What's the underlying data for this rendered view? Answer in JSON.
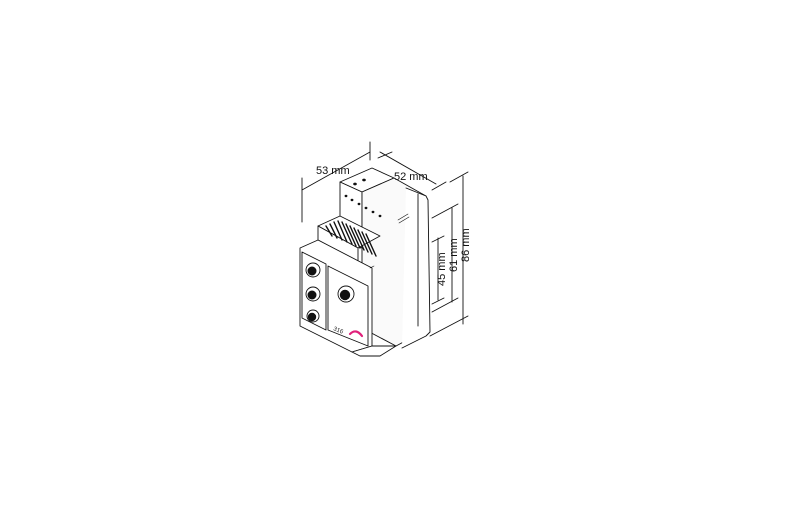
{
  "diagram": {
    "type": "technical-dimension-drawing",
    "subject": "DIN-rail mounted control module with rotary knobs",
    "dimensions": {
      "width": "53 mm",
      "depth": "52 mm",
      "height_front": "45 mm",
      "height_mid": "61 mm",
      "height_total": "86 mm"
    },
    "front_panel": {
      "model_label": "316",
      "knob_count_left": 3,
      "knob_count_right": 1
    },
    "colors": {
      "line": "#111111",
      "fill": "#ffffff",
      "shade": "#f2f2f2",
      "logo": "#e0207a"
    }
  }
}
